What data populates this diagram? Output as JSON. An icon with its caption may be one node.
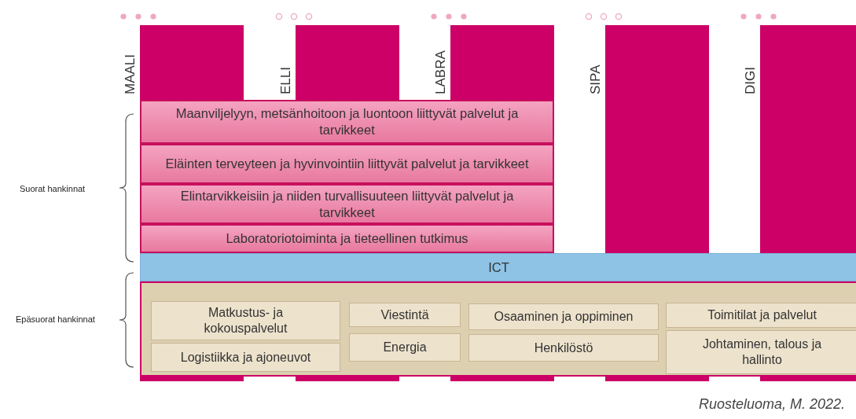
{
  "diagram": {
    "caption": "Ruosteluoma, M. 2022.",
    "nodes": [
      {
        "text": [
          "MAALI"
        ]
      },
      {
        "text": [
          "ELLI"
        ]
      },
      {
        "text": [
          "LABRA"
        ]
      },
      {
        "text": [
          "SIPA"
        ]
      },
      {
        "text": [
          "DIGI"
        ]
      },
      {
        "text": [
          "Maanviljelyyn, metsänhoitoon ja luontoon liittyvät palvelut ja tarvikkeet"
        ]
      },
      {
        "text": [
          "Eläinten terveyteen ja hyvinvointiin liittyvät palvelut ja tarvikkeet"
        ]
      },
      {
        "text": [
          "Elintarvikkeisiin ja niiden turvallisuuteen liittyvät palvelut ja tarvikkeet"
        ]
      },
      {
        "text": [
          "Laboratoriotoiminta ja tieteellinen tutkimus"
        ]
      },
      {
        "text": [
          "ICT"
        ]
      },
      {
        "text": [],
        "shape": "box"
      },
      {
        "text": [
          "Matkustus- ja kokouspalvelut"
        ],
        "in": 10
      },
      {
        "text": [
          "Logistiikka ja ajoneuvot"
        ],
        "in": 10
      },
      {
        "text": [
          "Viestintä"
        ],
        "in": 10
      },
      {
        "text": [
          "Energia"
        ],
        "in": 10
      },
      {
        "text": [
          "Osaaminen ja oppiminen"
        ],
        "in": 10
      },
      {
        "text": [
          "Henkilöstö"
        ],
        "in": 10
      },
      {
        "text": [
          "Toimitilat ja palvelut"
        ],
        "in": 10
      },
      {
        "text": [
          "Johtaminen, talous ja hallinto"
        ],
        "in": 10
      }
    ],
    "labels": [
      "Suorat hankinnat",
      "Epäsuorat hankinnat"
    ]
  }
}
